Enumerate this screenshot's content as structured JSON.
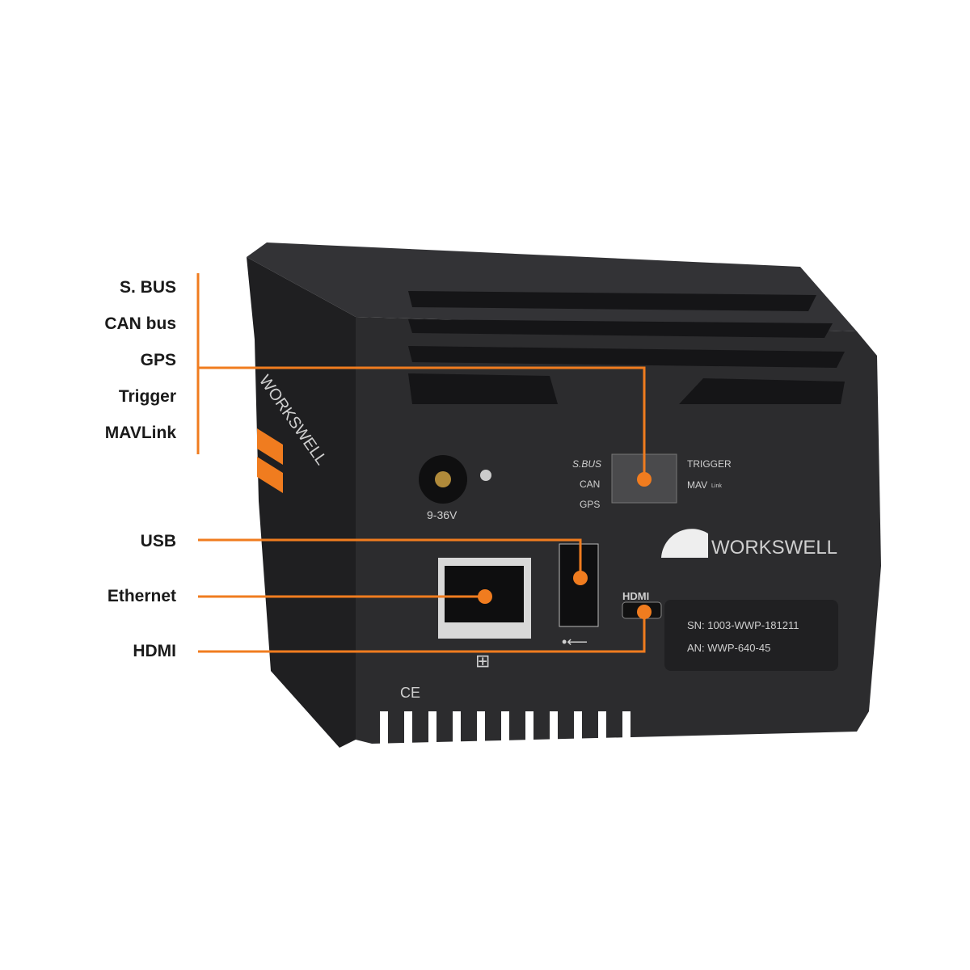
{
  "labels": {
    "group_top": [
      "S. BUS",
      "CAN bus",
      "GPS",
      "Trigger",
      "MAVLink"
    ],
    "usb": "USB",
    "ethernet": "Ethernet",
    "hdmi": "HDMI"
  },
  "device": {
    "brand": "WORKSWELL",
    "side_brand": "WORKSWELL",
    "power_label": "9-36V",
    "port_left_labels": [
      "S.BUS",
      "CAN",
      "GPS"
    ],
    "port_right_labels": [
      "TRIGGER",
      "MAV",
      "Link"
    ],
    "hdmi_label": "HDMI",
    "serial": "SN: 1003-WWP-181211",
    "article": "AN: WWP-640-45",
    "ce_mark": "CE"
  },
  "colors": {
    "accent": "#f07c1f",
    "body": "#2b2b2d",
    "label": "#1a1a1a"
  }
}
